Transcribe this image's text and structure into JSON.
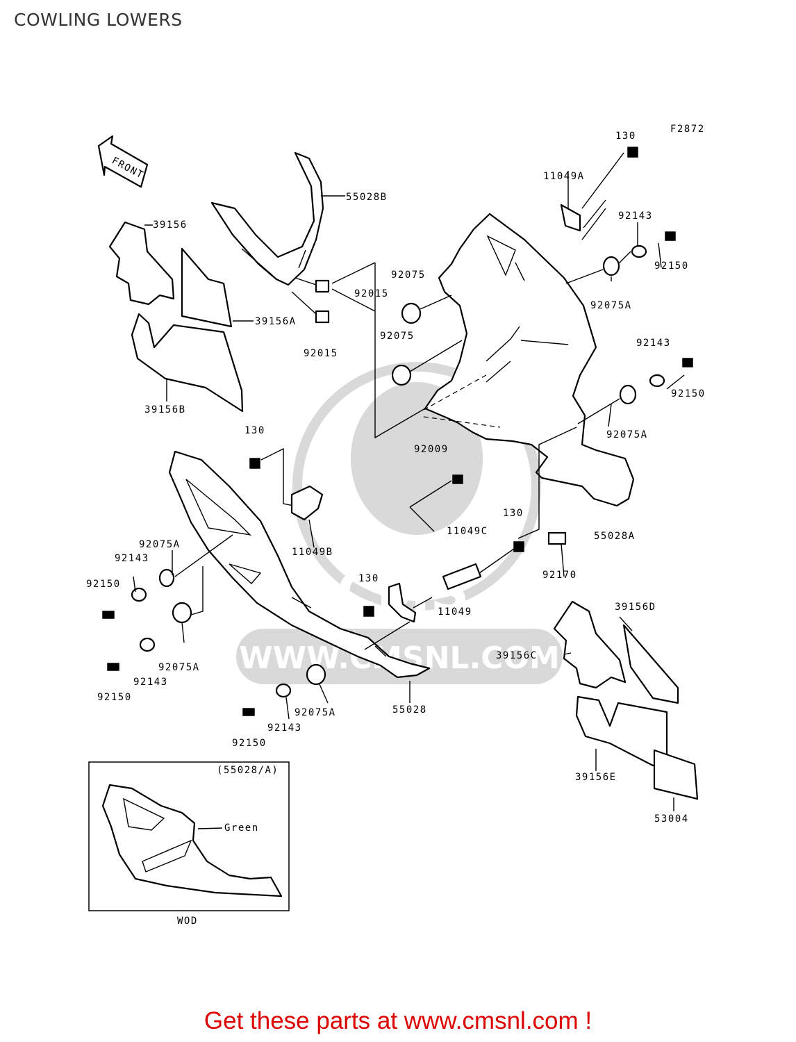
{
  "page": {
    "title": "COWLING LOWERS"
  },
  "diagram": {
    "figure_code": "F2872",
    "front_label": "FRONT",
    "inset_title": "(55028/A)",
    "inset_note": "Green",
    "inset_code": "WOD",
    "callouts": [
      "130",
      "11049A",
      "92143",
      "92150",
      "55028B",
      "39156",
      "92075",
      "92015",
      "39156A",
      "92015",
      "92075A",
      "92075",
      "92143",
      "92150",
      "39156B",
      "130",
      "92075A",
      "92009",
      "11049B",
      "130",
      "55028A",
      "92075A",
      "92143",
      "11049C",
      "92150",
      "92170",
      "130",
      "11049",
      "39156D",
      "39156C",
      "92075A",
      "92150",
      "92143",
      "55028",
      "92075A",
      "92143",
      "92150",
      "39156E",
      "53004"
    ]
  },
  "watermark": {
    "brand": "CMS",
    "url": "WWW.CMSNL.COM"
  },
  "footer": {
    "text": "Get these parts at www.cmsnl.com !"
  }
}
